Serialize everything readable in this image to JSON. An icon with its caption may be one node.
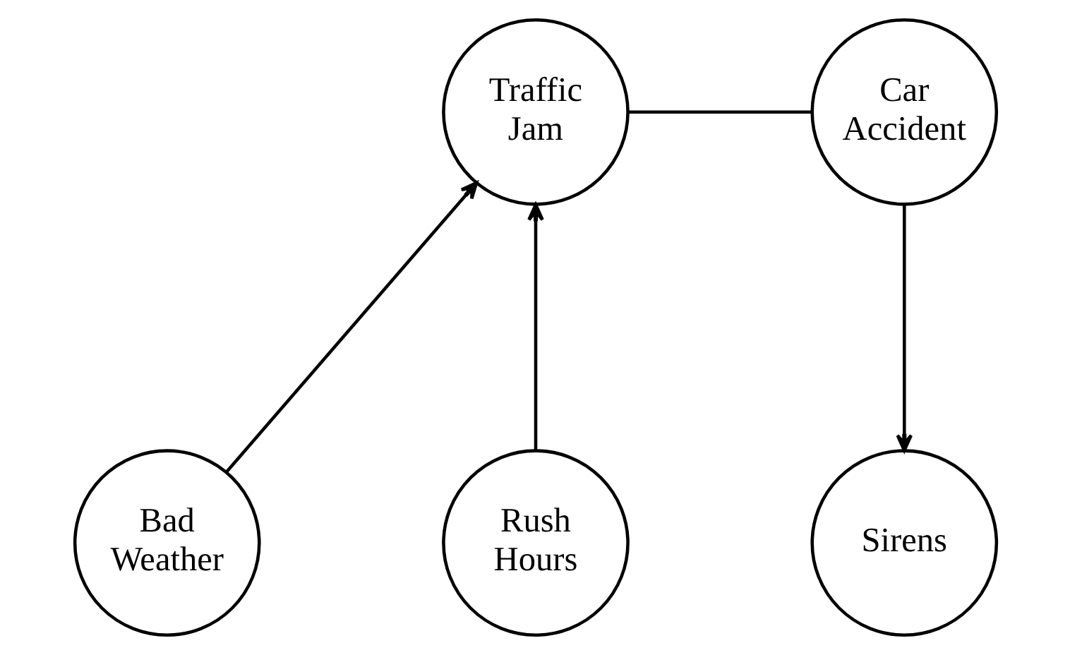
{
  "diagram": {
    "nodes": [
      {
        "text": [
          "Traffic Jam"
        ]
      },
      {
        "text": [
          "Car Accident"
        ]
      },
      {
        "text": [
          "Bad Weather"
        ]
      },
      {
        "text": [
          "Rush Hours"
        ]
      },
      {
        "text": [
          "Sirens"
        ]
      }
    ],
    "edges": [
      {
        "from": 2,
        "to": 0,
        "arrow": "to"
      },
      {
        "from": 3,
        "to": 0,
        "arrow": "to"
      },
      {
        "from": 0,
        "to": 1,
        "arrow": "none"
      },
      {
        "from": 1,
        "to": 4,
        "arrow": "to"
      }
    ]
  }
}
